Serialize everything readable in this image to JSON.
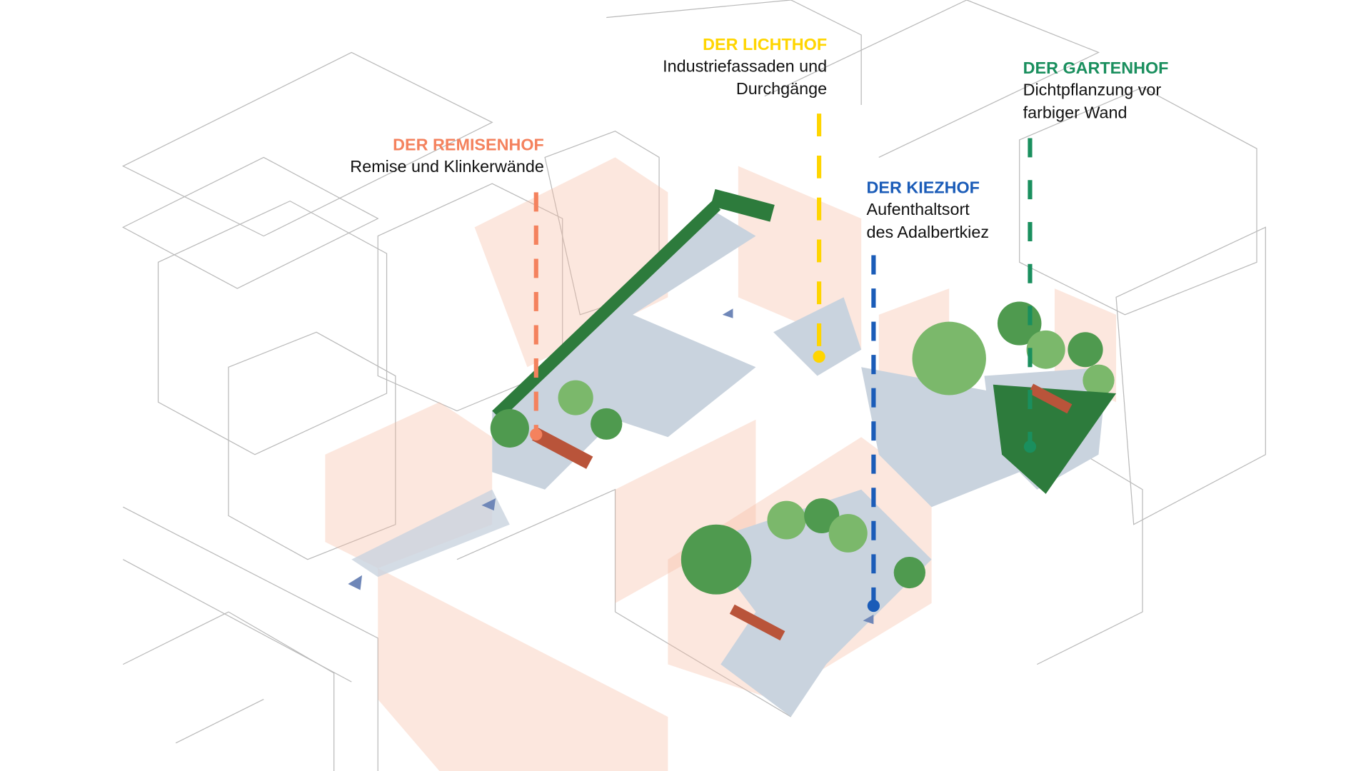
{
  "colors": {
    "remisenhof": "#F4825E",
    "lichthof": "#FFD500",
    "kiezhof": "#1B5CB8",
    "gartenhof": "#1A8F5E"
  },
  "labels": {
    "remisenhof": {
      "title": "DER REMISENHOF",
      "line1": "Remise und Klinkerwände"
    },
    "lichthof": {
      "title": "DER LICHTHOF",
      "line1": "Industriefassaden und",
      "line2": "Durchgänge"
    },
    "kiezhof": {
      "title": "DER KIEZHOF",
      "line1": "Aufenthaltsort",
      "line2": "des Adalbertkiez"
    },
    "gartenhof": {
      "title": "DER GARTENHOF",
      "line1": "Dichtpflanzung vor",
      "line2": "farbiger Wand"
    }
  }
}
